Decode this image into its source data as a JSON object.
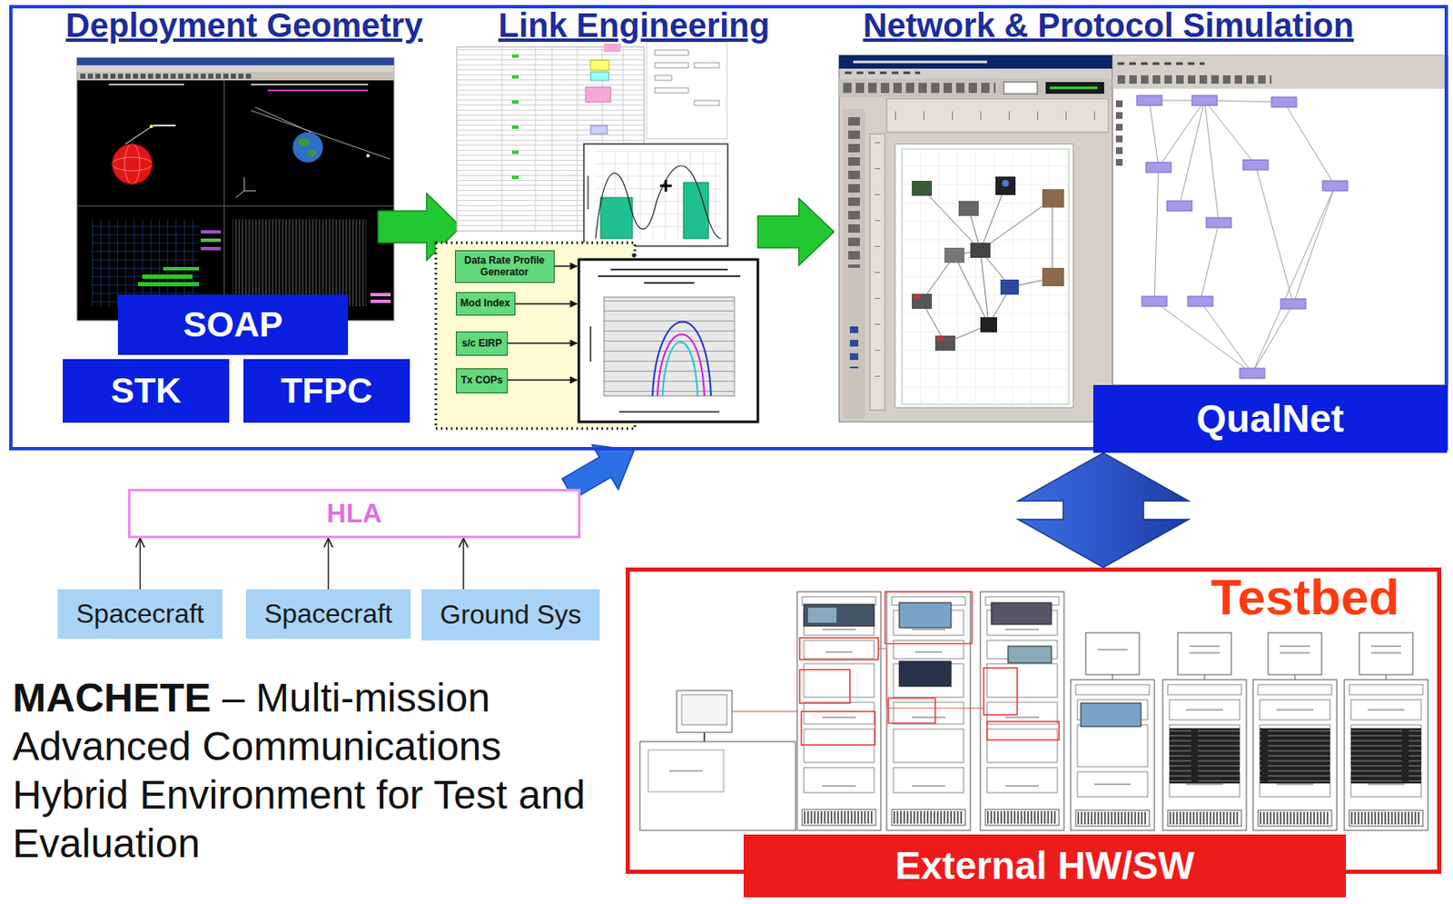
{
  "diagram": {
    "nodes": [
      {
        "text": [
          "Deployment Geometry",
          "Link Engineering",
          "Network & Protocol Simulation"
        ]
      },
      {
        "text": [
          "SOAP"
        ],
        "in": 0
      },
      {
        "text": [
          "STK"
        ],
        "in": 0
      },
      {
        "text": [
          "TFPC"
        ],
        "in": 0
      },
      {
        "text": [
          "Data Rate Profile Generator"
        ],
        "in": 0
      },
      {
        "text": [
          "Mod Index"
        ],
        "in": 0
      },
      {
        "text": [
          "s/c EIRP"
        ],
        "in": 0
      },
      {
        "text": [
          "Tx COPs"
        ],
        "in": 0
      },
      {
        "text": [
          "QualNet"
        ],
        "in": 0
      },
      {
        "text": [
          "HLA"
        ]
      },
      {
        "text": [
          "Spacecraft"
        ]
      },
      {
        "text": [
          "Spacecraft"
        ]
      },
      {
        "text": [
          "Ground Sys"
        ]
      },
      {
        "text": [
          "Testbed"
        ]
      },
      {
        "text": [
          "External HW/SW"
        ],
        "in": 13
      }
    ],
    "edges": [
      {
        "from": 10,
        "to": 9,
        "arrow": "to"
      },
      {
        "from": 11,
        "to": 9,
        "arrow": "to"
      },
      {
        "from": 12,
        "to": 9,
        "arrow": "to"
      },
      {
        "from": 9,
        "to": 0,
        "arrow": "to"
      },
      {
        "from": 8,
        "to": 13,
        "arrow": "both"
      }
    ],
    "labels": [
      "MACHETE",
      "– Multi-mission Advanced Communications Hybrid Environment for Test and Evaluation"
    ]
  }
}
